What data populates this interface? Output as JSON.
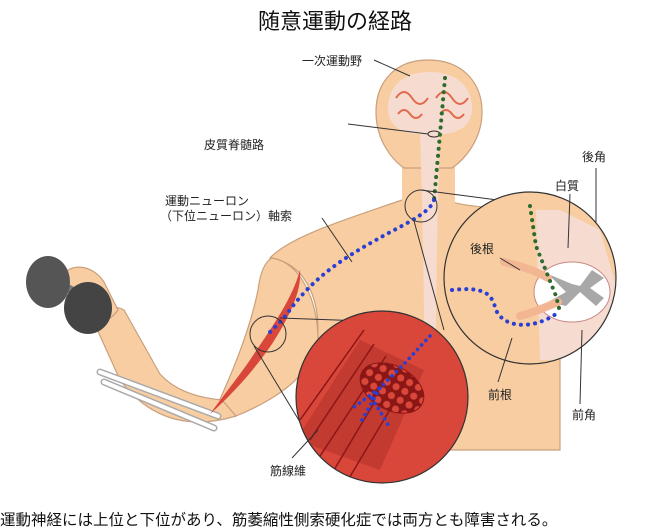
{
  "title": "随意運動の経路",
  "labels": {
    "primary_motor_cortex": "一次運動野",
    "corticospinal_tract": "皮質脊髄路",
    "motor_neuron_line1": "運動ニューロン",
    "motor_neuron_line2": "（下位ニューロン）軸索",
    "posterior_horn": "後角",
    "white_matter": "白質",
    "posterior_root": "後根",
    "anterior_root": "前根",
    "anterior_horn": "前角",
    "muscle_fiber": "筋線維"
  },
  "caption": "運動神経には上位と下位があり、筋萎縮性側索硬化症では両方とも障害される。",
  "colors": {
    "skin": "#f9cda2",
    "skin_outline": "#c9a07c",
    "spinal_cord": "#f6dcd0",
    "upper_neuron": "#2e6b2e",
    "lower_neuron": "#2a3fd4",
    "muscle": "#d9463a",
    "muscle_dark": "#8b1616",
    "gray_matter": "#a8a8a8",
    "dumbbell": "#555555"
  }
}
